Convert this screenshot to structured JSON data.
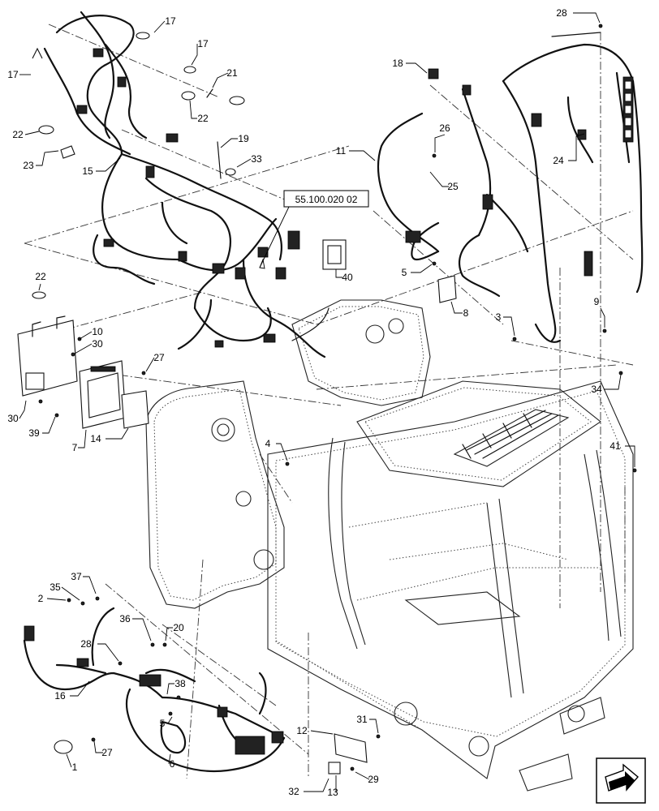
{
  "diagram": {
    "reference_box": "55.100.020 02",
    "callouts": [
      {
        "id": "c17a",
        "text": "17"
      },
      {
        "id": "c17b",
        "text": "17"
      },
      {
        "id": "c17c",
        "text": "17"
      },
      {
        "id": "c21",
        "text": "21"
      },
      {
        "id": "c22a",
        "text": "22"
      },
      {
        "id": "c22b",
        "text": "22"
      },
      {
        "id": "c22c",
        "text": "22"
      },
      {
        "id": "c23",
        "text": "23"
      },
      {
        "id": "c15",
        "text": "15"
      },
      {
        "id": "c19",
        "text": "19"
      },
      {
        "id": "c33",
        "text": "33"
      },
      {
        "id": "c40",
        "text": "40"
      },
      {
        "id": "c10",
        "text": "10"
      },
      {
        "id": "c30a",
        "text": "30"
      },
      {
        "id": "c30b",
        "text": "30"
      },
      {
        "id": "c39",
        "text": "39"
      },
      {
        "id": "c27a",
        "text": "27"
      },
      {
        "id": "c7",
        "text": "7"
      },
      {
        "id": "c14",
        "text": "14"
      },
      {
        "id": "c28a",
        "text": "28"
      },
      {
        "id": "c18",
        "text": "18"
      },
      {
        "id": "c11",
        "text": "11"
      },
      {
        "id": "c26",
        "text": "26"
      },
      {
        "id": "c25",
        "text": "25"
      },
      {
        "id": "c24",
        "text": "24"
      },
      {
        "id": "c5a",
        "text": "5"
      },
      {
        "id": "c8",
        "text": "8"
      },
      {
        "id": "c3",
        "text": "3"
      },
      {
        "id": "c9",
        "text": "9"
      },
      {
        "id": "c34",
        "text": "34"
      },
      {
        "id": "c4",
        "text": "4"
      },
      {
        "id": "c41",
        "text": "41"
      },
      {
        "id": "c37",
        "text": "37"
      },
      {
        "id": "c35",
        "text": "35"
      },
      {
        "id": "c2",
        "text": "2"
      },
      {
        "id": "c36",
        "text": "36"
      },
      {
        "id": "c20",
        "text": "20"
      },
      {
        "id": "c28b",
        "text": "28"
      },
      {
        "id": "c38",
        "text": "38"
      },
      {
        "id": "c16",
        "text": "16"
      },
      {
        "id": "c5b",
        "text": "5"
      },
      {
        "id": "c27b",
        "text": "27"
      },
      {
        "id": "c1",
        "text": "1"
      },
      {
        "id": "c6",
        "text": "6"
      },
      {
        "id": "c12",
        "text": "12"
      },
      {
        "id": "c31",
        "text": "31"
      },
      {
        "id": "c13",
        "text": "13"
      },
      {
        "id": "c29",
        "text": "29"
      },
      {
        "id": "c32",
        "text": "32"
      }
    ]
  },
  "icons": {
    "nav_arrow": "next-page-arrow-icon"
  },
  "colors": {
    "line": "#111111",
    "background": "#ffffff"
  }
}
